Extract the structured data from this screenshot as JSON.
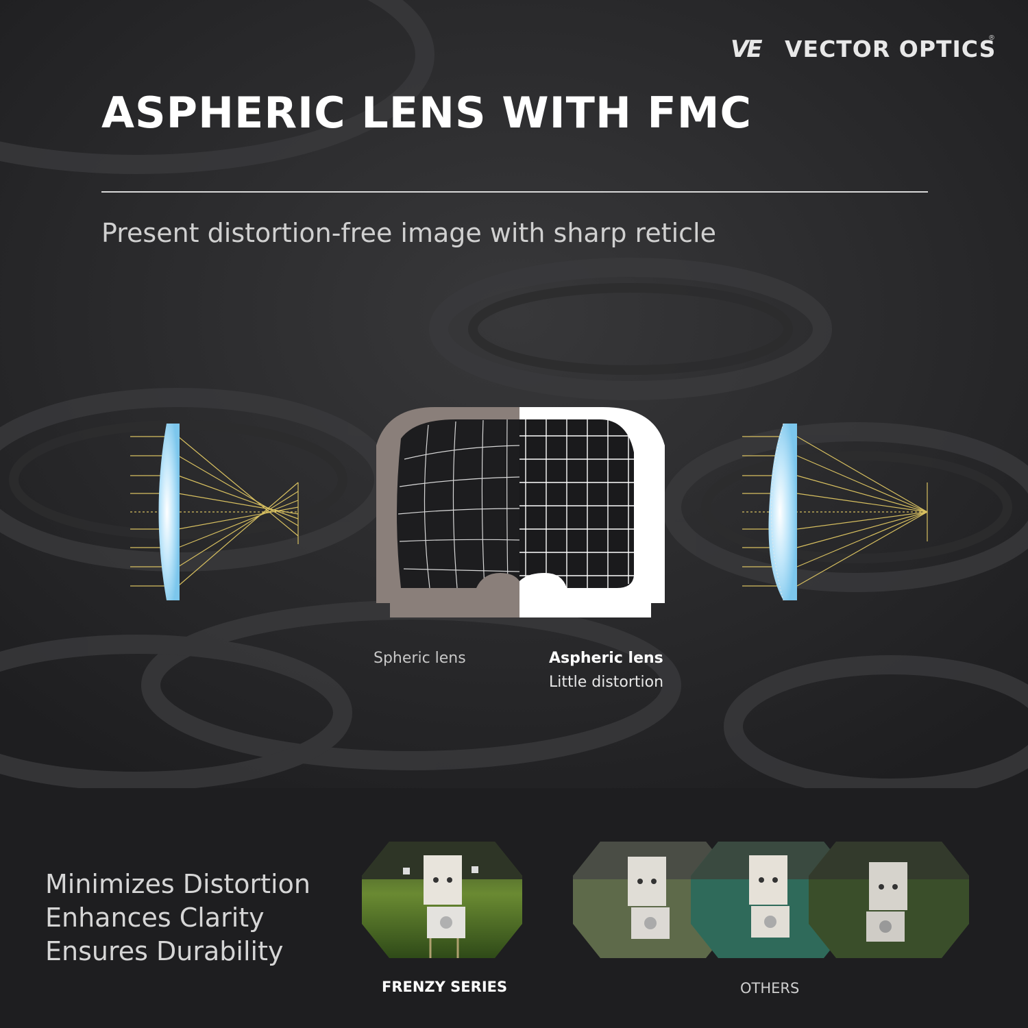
{
  "brand": {
    "mark": "VE",
    "name": "VECTOR OPTICS",
    "registered": "®"
  },
  "header": {
    "title": "ASPHERIC LENS WITH FMC",
    "subtitle": "Present distortion-free image with sharp reticle"
  },
  "comparison": {
    "left_caption": "Spheric lens",
    "right_title": "Aspheric lens",
    "right_subtitle": "Little distortion"
  },
  "benefits": [
    "Minimizes Distortion",
    "Enhances Clarity",
    "Ensures Durability"
  ],
  "samples": {
    "frenzy_label": "FRENZY SERIES",
    "others_label": "OTHERS"
  },
  "colors": {
    "background": "#242426",
    "lens_blue": "#8fd0f0",
    "ray_yellow": "#d8c060",
    "spheric_window": "#8a7f7a",
    "aspheric_window": "#ffffff",
    "grass_green": "#4a6b28"
  },
  "icons": [
    "vector-optics-logo-icon",
    "spheric-lens-diagram-icon",
    "aspheric-lens-diagram-icon",
    "red-dot-window-icon",
    "target-scene-icon"
  ]
}
